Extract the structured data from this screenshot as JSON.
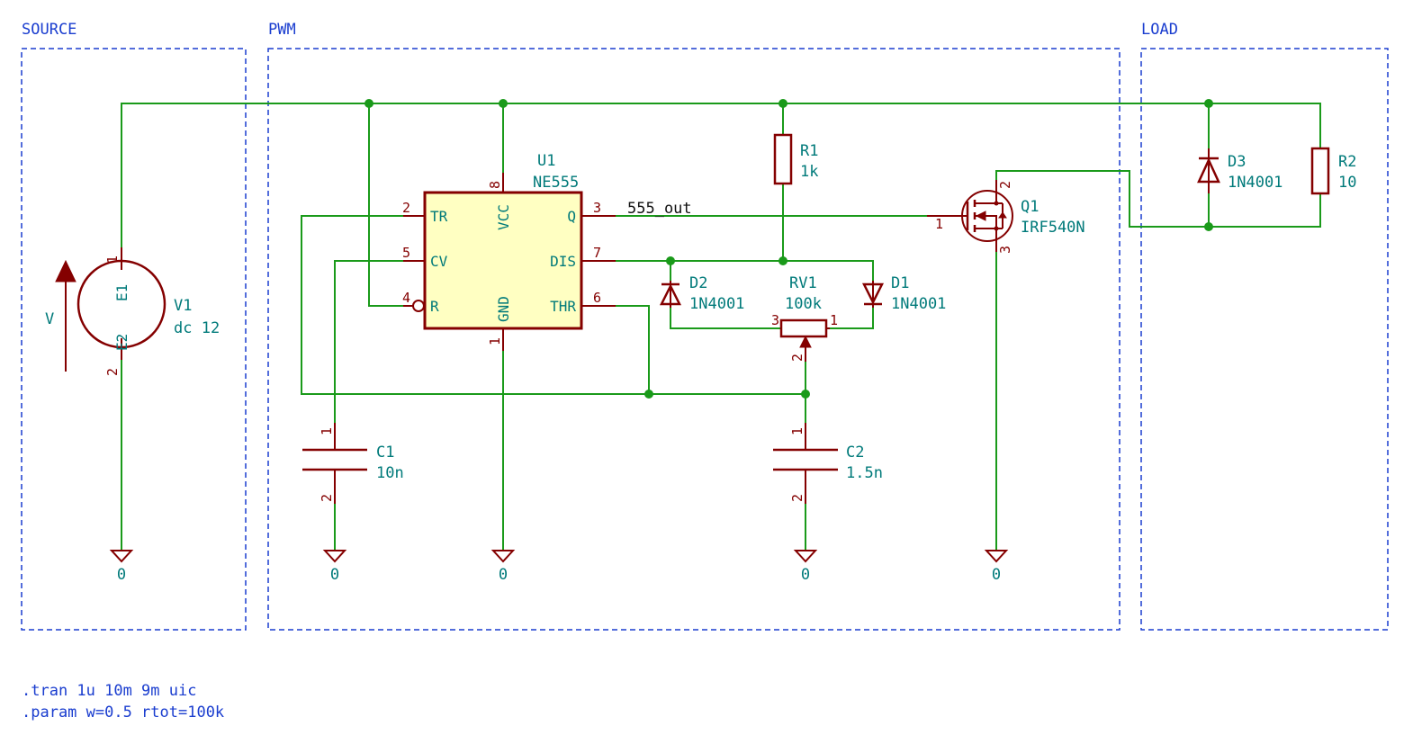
{
  "sheets": {
    "source": "SOURCE",
    "pwm": "PWM",
    "load": "LOAD"
  },
  "net_label": "555_out",
  "ground_label": "0",
  "components": {
    "V1": {
      "ref": "V1",
      "value": "dc 12",
      "pin_top": "1",
      "pin_bottom": "2",
      "name_top": "E1",
      "name_bottom": "E2",
      "arrow_label": "V"
    },
    "U1": {
      "ref": "U1",
      "value": "NE555",
      "pins": {
        "tr": "2",
        "cv": "5",
        "r": "4",
        "vcc": "8",
        "gnd": "1",
        "q": "3",
        "dis": "7",
        "thr": "6"
      },
      "names": {
        "tr": "TR",
        "cv": "CV",
        "r": "R",
        "vcc": "VCC",
        "gnd": "GND",
        "q": "Q",
        "dis": "DIS",
        "thr": "THR"
      }
    },
    "R1": {
      "ref": "R1",
      "value": "1k"
    },
    "R2": {
      "ref": "R2",
      "value": "10"
    },
    "D1": {
      "ref": "D1",
      "value": "1N4001"
    },
    "D2": {
      "ref": "D2",
      "value": "1N4001"
    },
    "D3": {
      "ref": "D3",
      "value": "1N4001"
    },
    "RV1": {
      "ref": "RV1",
      "value": "100k",
      "pin_left": "3",
      "pin_right": "1",
      "pin_wiper": "2"
    },
    "Q1": {
      "ref": "Q1",
      "value": "IRF540N",
      "pin_gate": "1",
      "pin_drain": "2",
      "pin_source": "3"
    },
    "C1": {
      "ref": "C1",
      "value": "10n",
      "pin_top": "1",
      "pin_bottom": "2"
    },
    "C2": {
      "ref": "C2",
      "value": "1.5n",
      "pin_top": "1",
      "pin_bottom": "2"
    }
  },
  "directives": {
    "tran": ".tran 1u 10m 9m uic",
    "param": ".param w=0.5 rtot=100k"
  },
  "colors": {
    "wire": "#1a9a1a",
    "symbol": "#840000",
    "ic_fill": "#ffffc2",
    "sheet": "#1a3dcf",
    "reference": "#007a7a"
  }
}
